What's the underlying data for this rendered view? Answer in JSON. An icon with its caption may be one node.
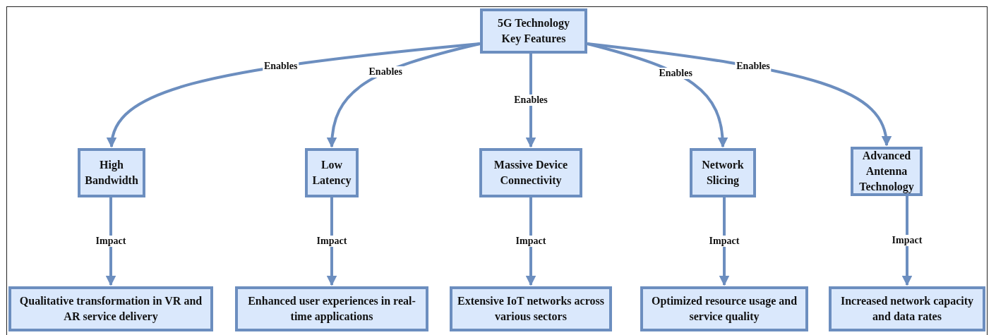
{
  "diagram": {
    "nodes": [
      {
        "text": [
          "5G Technology Key Features"
        ]
      },
      {
        "text": [
          "High Bandwidth"
        ]
      },
      {
        "text": [
          "Low Latency"
        ]
      },
      {
        "text": [
          "Massive Device Connectivity"
        ]
      },
      {
        "text": [
          "Network Slicing"
        ]
      },
      {
        "text": [
          "Advanced Antenna Technology"
        ]
      },
      {
        "text": [
          "Qualitative transformation in VR and AR service delivery"
        ]
      },
      {
        "text": [
          "Enhanced user experiences in real-time applications"
        ]
      },
      {
        "text": [
          "Extensive IoT networks across various sectors"
        ]
      },
      {
        "text": [
          "Optimized resource usage and service quality"
        ]
      },
      {
        "text": [
          "Increased network capacity and data rates"
        ]
      }
    ],
    "edges": [
      {
        "from": 0,
        "to": 1,
        "arrow": "to",
        "label": "Enables"
      },
      {
        "from": 0,
        "to": 2,
        "arrow": "to",
        "label": "Enables"
      },
      {
        "from": 0,
        "to": 3,
        "arrow": "to",
        "label": "Enables"
      },
      {
        "from": 0,
        "to": 4,
        "arrow": "to",
        "label": "Enables"
      },
      {
        "from": 0,
        "to": 5,
        "arrow": "to",
        "label": "Enables"
      },
      {
        "from": 1,
        "to": 6,
        "arrow": "to",
        "label": "Impact"
      },
      {
        "from": 2,
        "to": 7,
        "arrow": "to",
        "label": "Impact"
      },
      {
        "from": 3,
        "to": 8,
        "arrow": "to",
        "label": "Impact"
      },
      {
        "from": 4,
        "to": 9,
        "arrow": "to",
        "label": "Impact"
      },
      {
        "from": 5,
        "to": 10,
        "arrow": "to",
        "label": "Impact"
      }
    ]
  }
}
